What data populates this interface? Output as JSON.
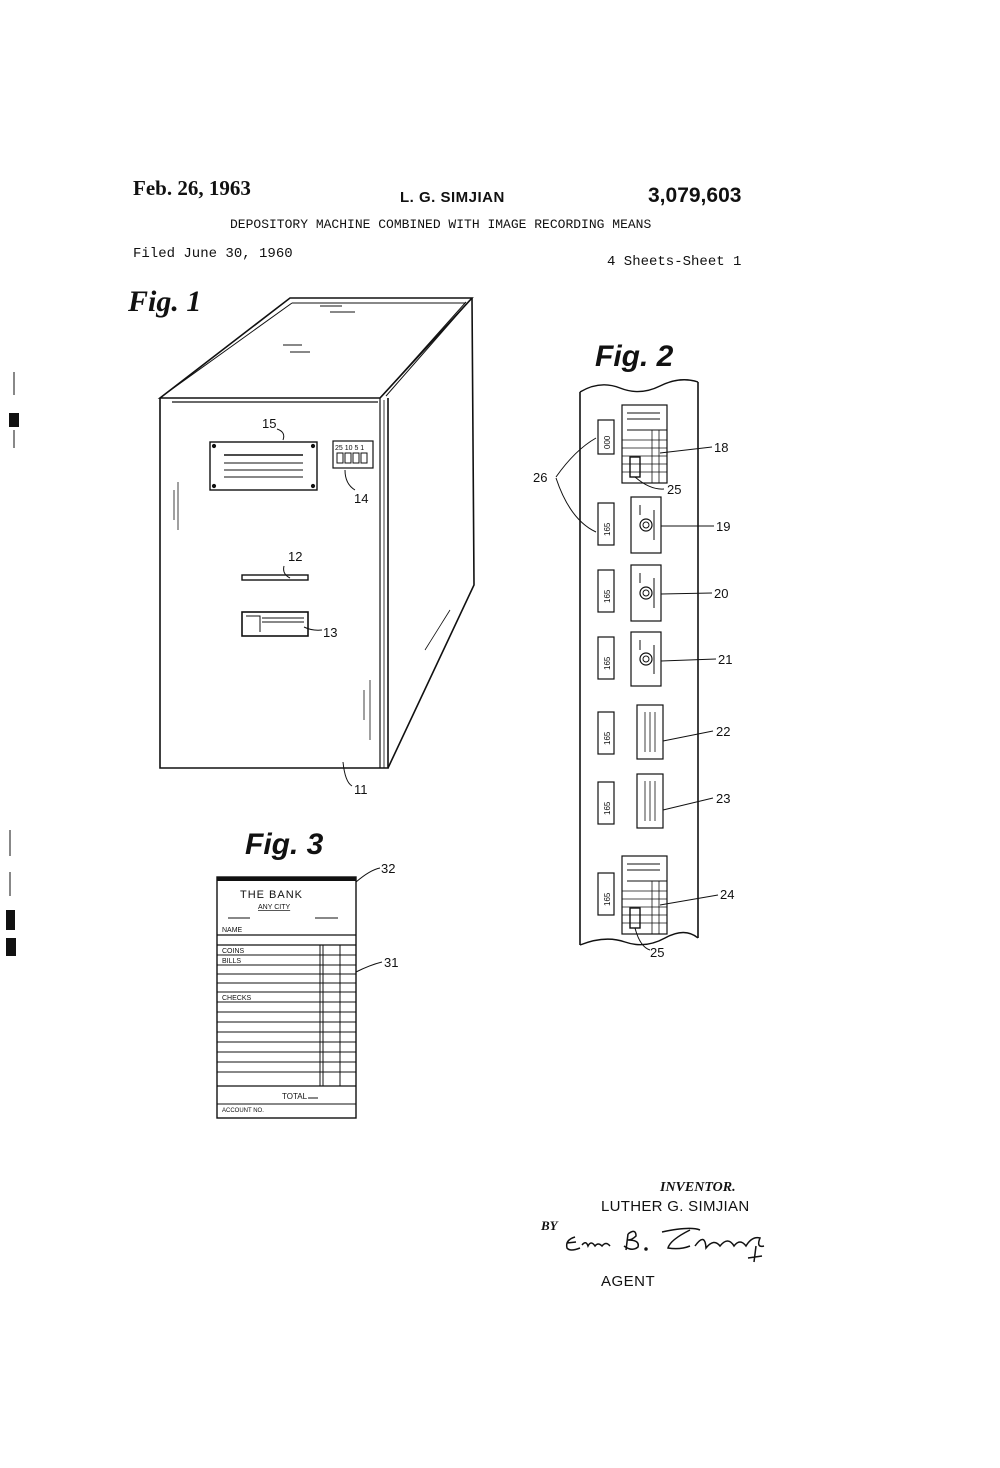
{
  "header": {
    "date": "Feb. 26, 1963",
    "inventor_short": "L. G. SIMJIAN",
    "patent_number": "3,079,603",
    "title": "DEPOSITORY MACHINE COMBINED WITH IMAGE RECORDING MEANS",
    "filed": "Filed June 30, 1960",
    "sheets": "4 Sheets-Sheet 1"
  },
  "figures": {
    "fig1": {
      "label": "Fig. 1",
      "refs": {
        "r11": "11",
        "r12": "12",
        "r13": "13",
        "r14": "14",
        "r15": "15"
      },
      "counter_header": "25 10 5 1"
    },
    "fig2": {
      "label": "Fig. 2",
      "refs": {
        "r18": "18",
        "r19": "19",
        "r20": "20",
        "r21": "21",
        "r22": "22",
        "r23": "23",
        "r24": "24",
        "r25a": "25",
        "r25b": "25",
        "r26": "26"
      },
      "counter_first": "000",
      "counter_value": "165"
    },
    "fig3": {
      "label": "Fig. 3",
      "refs": {
        "r31": "31",
        "r32": "32"
      },
      "slip": {
        "bank": "THE BANK",
        "city": "ANY CITY",
        "name": "NAME",
        "coins": "COINS",
        "bills": "BILLS",
        "checks": "CHECKS",
        "total": "TOTAL",
        "account": "ACCOUNT NO."
      }
    }
  },
  "footer": {
    "inventor_heading": "INVENTOR.",
    "inventor_name": "LUTHER G. SIMJIAN",
    "by": "BY",
    "agent": "AGENT"
  }
}
